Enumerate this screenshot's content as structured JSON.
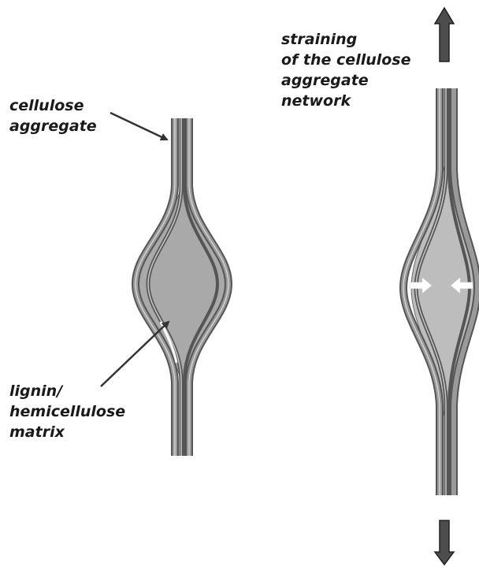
{
  "labels": {
    "cellulose_aggregate": [
      "cellulose",
      "aggregate"
    ],
    "matrix": [
      "lignin/",
      "hemicellulose",
      "matrix"
    ],
    "straining": [
      "straining",
      "of the cellulose",
      "aggregate",
      "network"
    ]
  },
  "colors": {
    "fiber_fill": "#8f8f8f",
    "fiber_stroke": "#4a4a4a",
    "matrix_fill": "#a9a9a9",
    "matrix_fill_strained": "#bdbdbd",
    "arrow_fill": "#4d4d4d",
    "pointer_line": "#333333",
    "white_arrow": "#ffffff"
  },
  "icons": {
    "top_arrow": "arrow-up-icon",
    "bottom_arrow": "arrow-down-icon",
    "inner_arrows": "compression-arrow-icon"
  }
}
